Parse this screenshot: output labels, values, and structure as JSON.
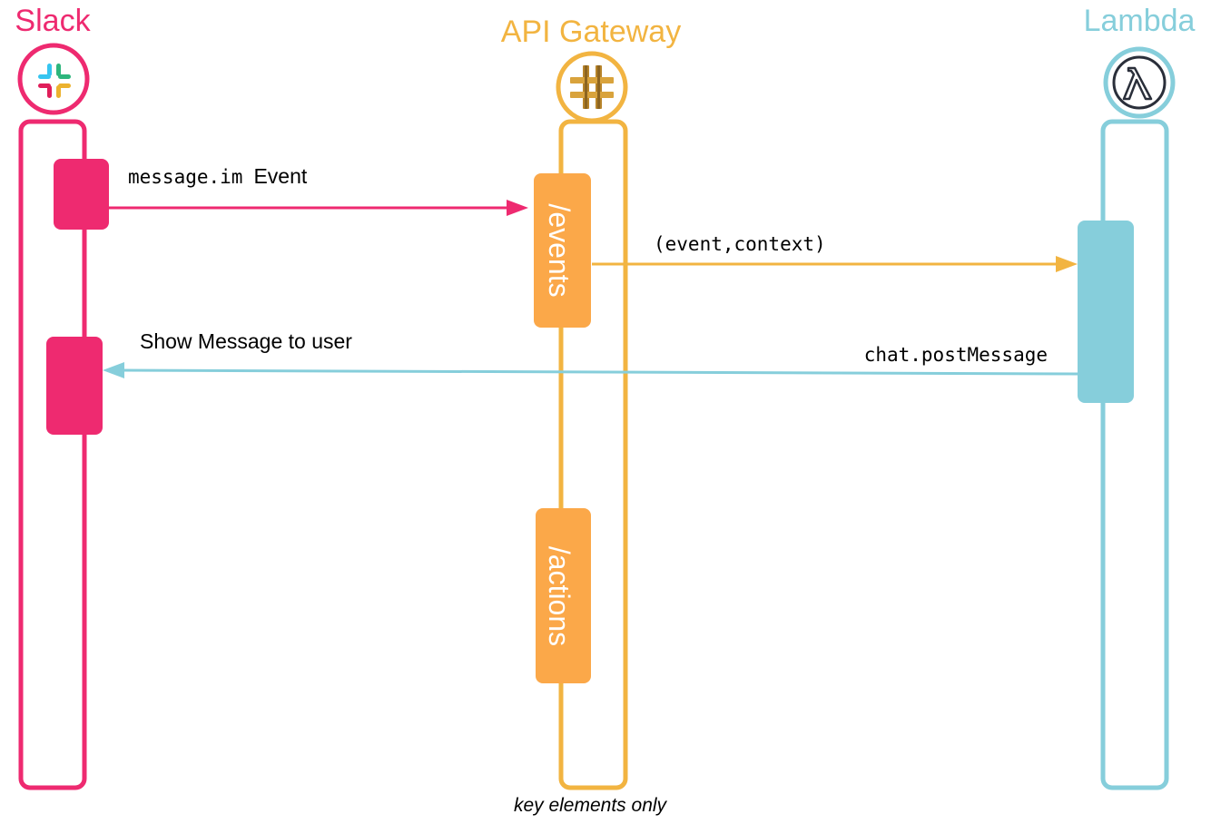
{
  "participants": {
    "slack": {
      "label": "Slack",
      "color": "#ee2a70",
      "icon": "slack-logo-icon"
    },
    "gateway": {
      "label": "API Gateway",
      "color": "#f2b441",
      "icon": "api-gateway-icon",
      "endpoints": [
        "/events",
        "/actions"
      ],
      "endpoint_color": "#fba849"
    },
    "lambda": {
      "label": "Lambda",
      "color": "#86cedb",
      "icon": "lambda-icon"
    }
  },
  "messages": [
    {
      "from": "Slack",
      "to": "API Gateway /events",
      "code": "message.im",
      "text": "Event"
    },
    {
      "from": "API Gateway /events",
      "to": "Lambda",
      "code": "(event,context)"
    },
    {
      "from": "Lambda",
      "to": "Slack",
      "code": "chat.postMessage",
      "text": "Show Message to user"
    }
  ],
  "footnote": "key elements only"
}
